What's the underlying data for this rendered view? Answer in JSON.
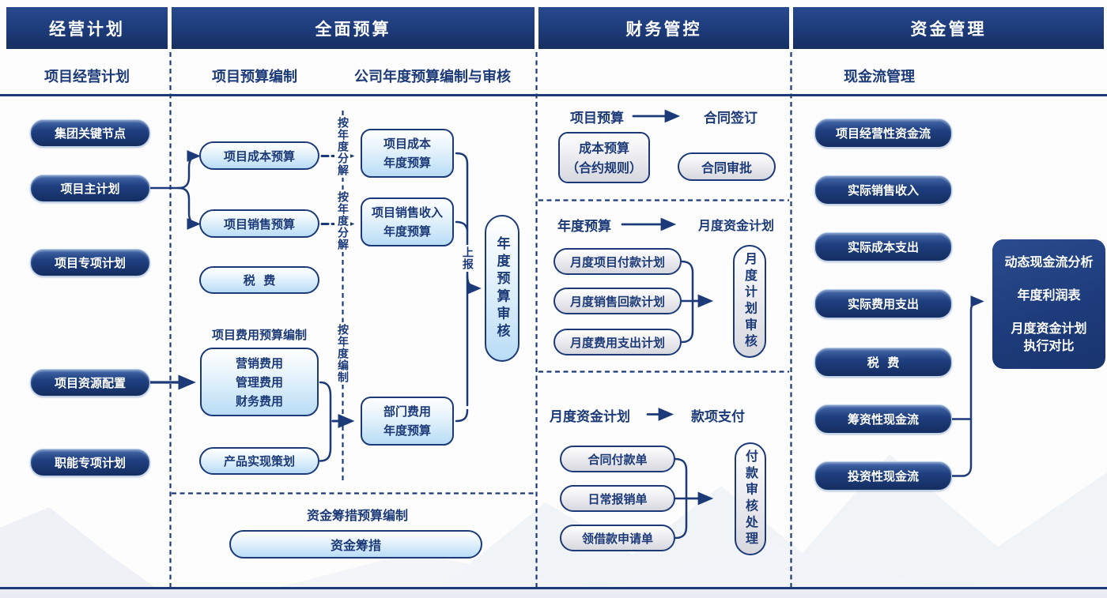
{
  "c1": {
    "banner": "经营计划",
    "subheader": "项目经营计划",
    "pills": [
      "集团关键节点",
      "项目主计划",
      "项目专项计划",
      "项目资源配置",
      "职能专项计划"
    ]
  },
  "c2": {
    "banner": "全面预算",
    "subheader_left": "项目预算编制",
    "subheader_right": "公司年度预算编制与审核",
    "cost_pill": "项目成本预算",
    "sales_pill": "项目销售预算",
    "tax_pill": "税  费",
    "fee_label": "项目费用预算编制",
    "fee_lines": [
      "营销费用",
      "管理费用",
      "财务费用"
    ],
    "product_pill": "产品实现策划",
    "year_cost_box": [
      "项目成本",
      "年度预算"
    ],
    "year_sales_box": [
      "项目销售收入",
      "年度预算"
    ],
    "year_dept_box": [
      "部门费用",
      "年度预算"
    ],
    "annual_review_pill": "年度预算审核",
    "split_label_1": "按年度分解",
    "split_label_2": "按年度分解",
    "compile_label": "按年度编制",
    "submit_label": "上报",
    "funding_label": "资金筹措预算编制",
    "funding_pill": "资金筹措"
  },
  "c3": {
    "banner": "财务管控",
    "s1": {
      "from": "项目预算",
      "to": "合同签订",
      "box": [
        "成本预算",
        "（合约规则）"
      ],
      "pill": "合同审批"
    },
    "s2": {
      "from": "年度预算",
      "to": "月度资金计划",
      "pills": [
        "月度项目付款计划",
        "月度销售回款计划",
        "月度费用支出计划"
      ],
      "review": "月度计划审核"
    },
    "s3": {
      "from": "月度资金计划",
      "to": "款项支付",
      "pills": [
        "合同付款单",
        "日常报销单",
        "领借款申请单"
      ],
      "review": "付款审核处理"
    }
  },
  "c4": {
    "banner": "资金管理",
    "subheader": "现金流管理",
    "pills": [
      "项目经营性资金流",
      "实际销售收入",
      "实际成本支出",
      "实际费用支出",
      "税  费",
      "筹资性现金流",
      "投资性现金流"
    ],
    "analysis_box": [
      "动态现金流分析",
      "年度利润表",
      "月度资金计划",
      "执行对比"
    ]
  },
  "colors": {
    "navy": "#1c3a78",
    "light_blue_fill": "#bcdcf6",
    "gray_fill": "#dadbe0"
  }
}
